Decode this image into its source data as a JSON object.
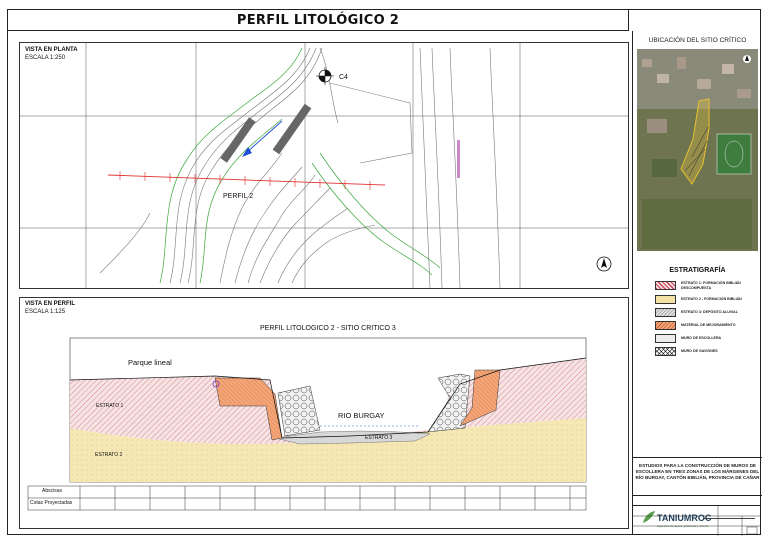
{
  "title": "PERFIL LITOLÓGICO 2",
  "plan": {
    "heading": "VISTA EN PLANTA",
    "scale": "ESCALA 1:250",
    "marker": "C4",
    "profile_label": "PERFIL 2"
  },
  "profile": {
    "heading": "VISTA EN PERFIL",
    "scale": "ESCALA 1:125",
    "chart_title": "PERFIL LITOLOGICO 2 - SITIO CRITICO 3",
    "parque": "Parque lineal",
    "rio": "RIO BURGAY",
    "estrato1": "ESTRATO 1",
    "estrato2": "ESTRATO 2",
    "estrato3": "ESTRATO 3",
    "table_row1": "Abscisas",
    "table_row2": "Cotas Proyectadas"
  },
  "location": {
    "title": "UBICACIÓN DEL SITIO CRÍTICO"
  },
  "stratigraphy": {
    "title": "ESTRATIGRAFÍA",
    "items": [
      {
        "label": "ESTRATO 1: FORMACIÓN BIBLIÁN DESCOMPUESTA",
        "color": "#c9465a"
      },
      {
        "label": "ESTRATO 2 - FORMACIÓN BIBLIÁN",
        "color": "#f2e2a6"
      },
      {
        "label": "ESTRATO 3: DEPÓSITO ALUVIAL",
        "color": "#d4d4d4"
      },
      {
        "label": "MATERIAL DE MEJORAMIENTO",
        "color": "#f2a070"
      },
      {
        "label": "MURO DE ESCOLLERA",
        "color": "#e8e8e8"
      },
      {
        "label": "MURO DE GAVIONES",
        "color": "#ffffff"
      }
    ]
  },
  "study": {
    "text": "ESTUDIOS PARA LA CONSTRUCCIÓN DE MUROS DE ESCOLLERA EN TRES ZONAS DE LOS MÁRGENES DEL RÍO BURGAY, CANTÓN BIBLIÁN, PROVINCIA DE CAÑAR"
  },
  "logo": {
    "name": "TANIUMROC",
    "tagline": "Ingeniería de suelos, geotecnia y minería"
  }
}
